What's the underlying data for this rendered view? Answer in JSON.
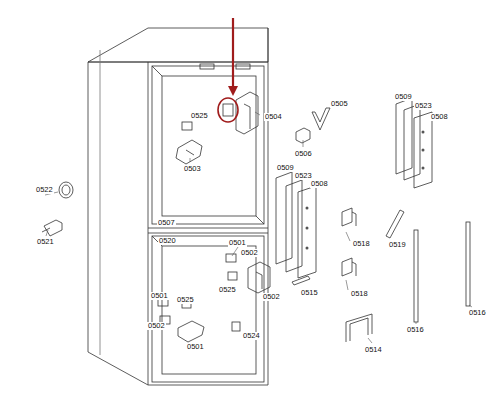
{
  "diagram": {
    "labels": [
      "0522",
      "0521",
      "0525",
      "0504",
      "0503",
      "0505",
      "0506",
      "0509",
      "0523",
      "0508",
      "0509",
      "0523",
      "0508",
      "0507",
      "0520",
      "0501",
      "0502",
      "0518",
      "0519",
      "0525",
      "0502",
      "0515",
      "0518",
      "0501",
      "0525",
      "0502",
      "0524",
      "0501",
      "0514",
      "0516",
      "0516"
    ]
  }
}
